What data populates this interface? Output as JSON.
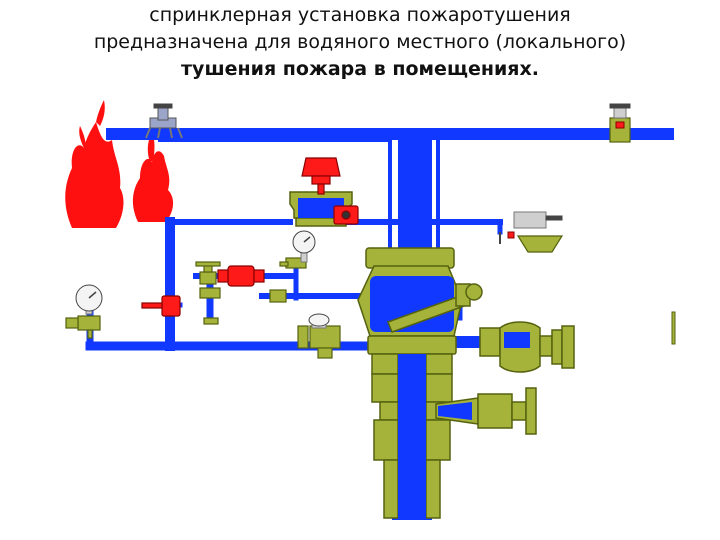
{
  "caption": {
    "line1": "спринклерная  установка пожаротушения",
    "line2": "предназначена  для водяного  местного (локального)",
    "line3": "тушения пожара в помещениях."
  },
  "colors": {
    "water": "#1038ff",
    "body": "#a6b33a",
    "body_outline": "#55620f",
    "signal": "#ff1a1a",
    "flame": "#ff1010",
    "gauge": "#cfcfcf",
    "gauge_face": "#f4f4f4",
    "gauge_line": "#444444",
    "sprinkler": "#9aa5c9"
  },
  "icons": {
    "gauges": "pressure-gauge-icon",
    "valves": "shutoff-valve-icon",
    "sprinklers": "sprinkler-head-icon",
    "fire": "flame-icon",
    "alarm": "alarm-bell-icon"
  }
}
